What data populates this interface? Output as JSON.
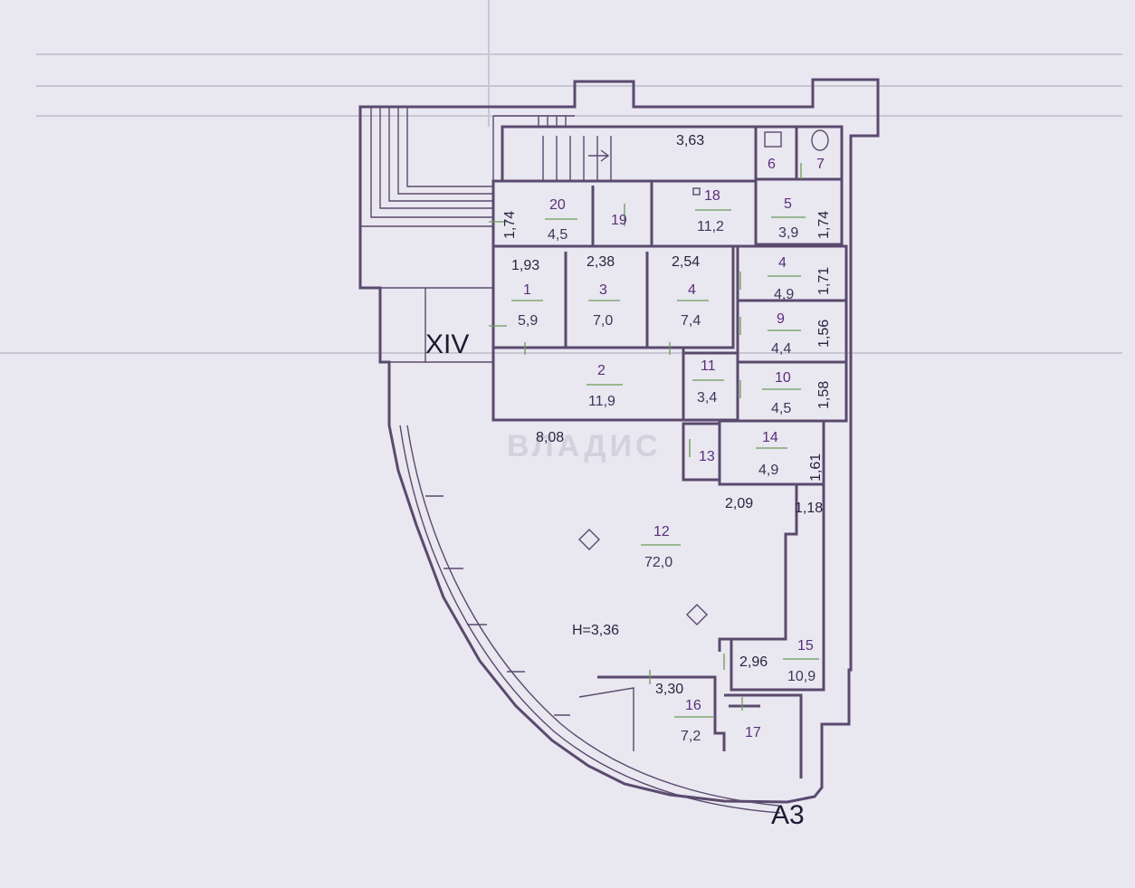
{
  "watermark": "ВЛАДИС",
  "section_label": "XIV",
  "building_label": "А3",
  "ceiling_height": "H=3,36",
  "rooms": [
    {
      "no": "1",
      "area": "5,9"
    },
    {
      "no": "2",
      "area": "11,9"
    },
    {
      "no": "3",
      "area": "7,0"
    },
    {
      "no": "4",
      "area": "7,4"
    },
    {
      "no": "4",
      "area": "4,9"
    },
    {
      "no": "5",
      "area": "3,9"
    },
    {
      "no": "6",
      "area": ""
    },
    {
      "no": "7",
      "area": ""
    },
    {
      "no": "9",
      "area": "4,4"
    },
    {
      "no": "10",
      "area": "4,5"
    },
    {
      "no": "11",
      "area": "3,4"
    },
    {
      "no": "12",
      "area": "72,0"
    },
    {
      "no": "13",
      "area": ""
    },
    {
      "no": "14",
      "area": "4,9"
    },
    {
      "no": "15",
      "area": "10,9"
    },
    {
      "no": "16",
      "area": "7,2"
    },
    {
      "no": "17",
      "area": ""
    },
    {
      "no": "18",
      "area": "11,2"
    },
    {
      "no": "19",
      "area": ""
    },
    {
      "no": "20",
      "area": "4,5"
    }
  ],
  "dimensions": [
    "3,63",
    "1,74",
    "1,93",
    "2,38",
    "2,54",
    "1,74",
    "1,71",
    "1,56",
    "1,58",
    "8,08",
    "1,61",
    "1,18",
    "2,09",
    "2,96",
    "3,30"
  ],
  "colors": {
    "walls": "#5a4a6e",
    "accent_lines": "#6a9a5a",
    "paper": "#e9e7f0"
  }
}
